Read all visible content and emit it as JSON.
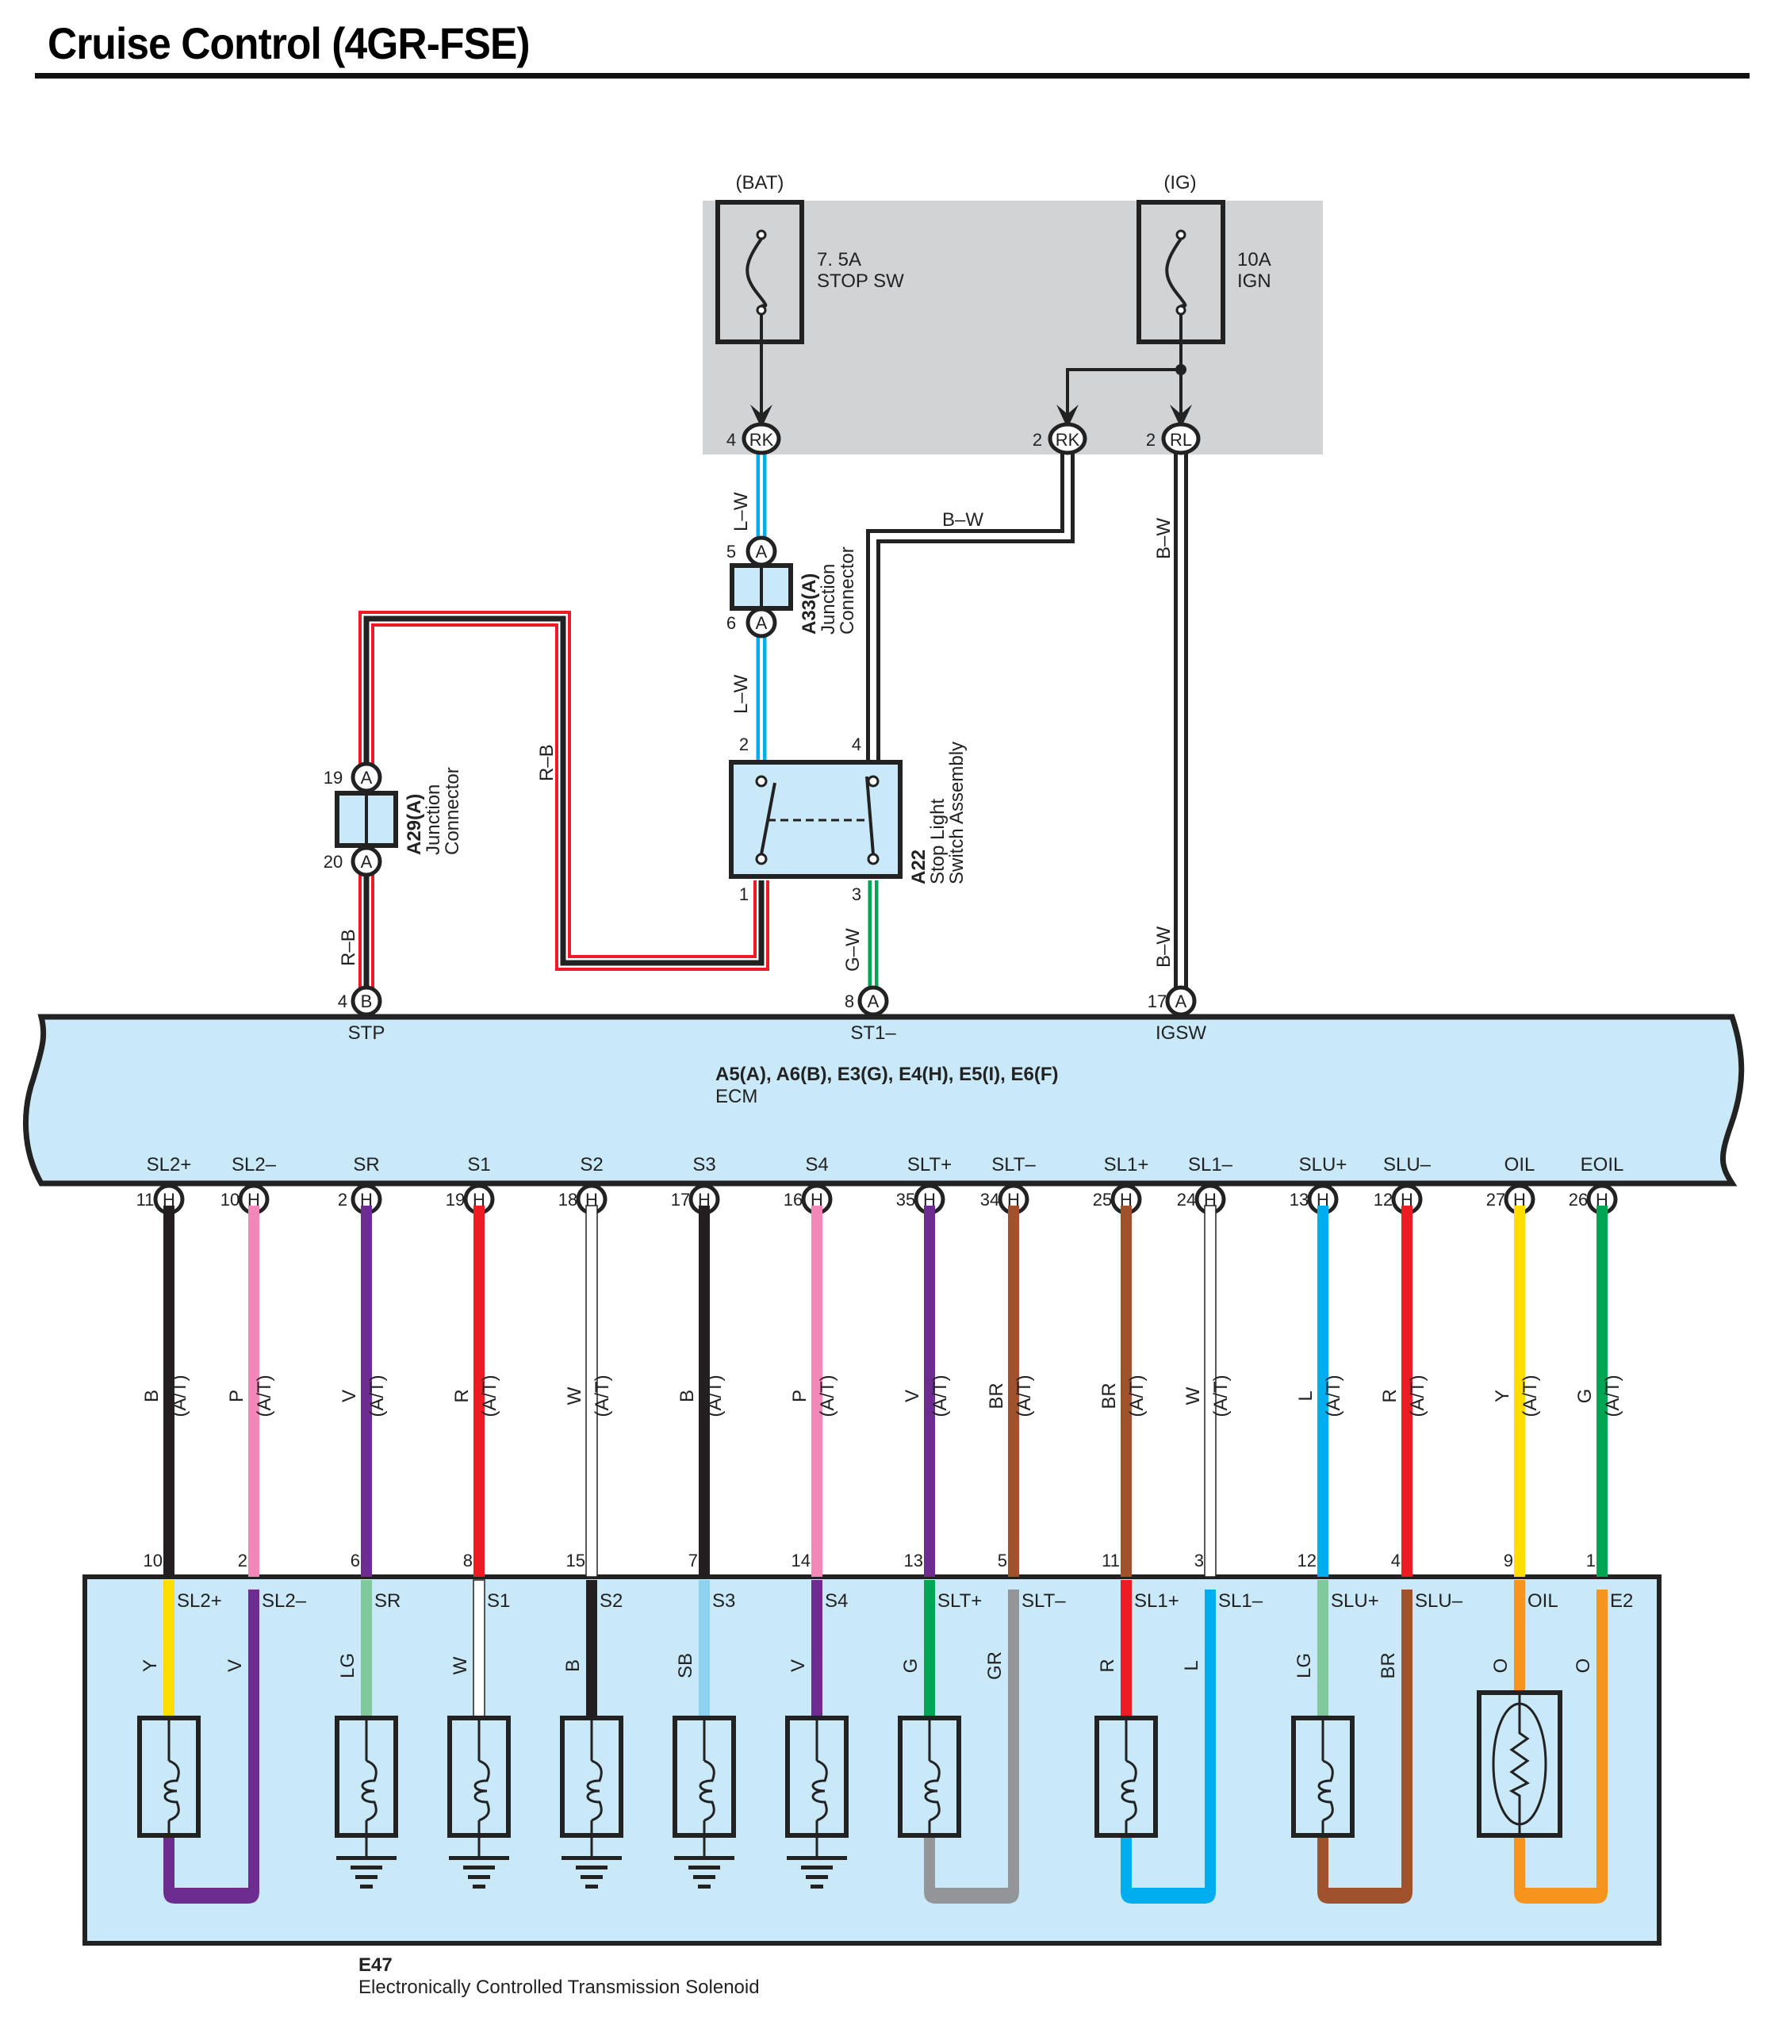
{
  "title": "Cruise Control (4GR-FSE)",
  "colors": {
    "B": "#231f20",
    "W": "#ffffff",
    "R": "#ed1c24",
    "P": "#f288b8",
    "V": "#6d2c8f",
    "BR": "#a0522d",
    "L": "#00adef",
    "Y": "#ffdd00",
    "G": "#00a651",
    "LG": "#80c99c",
    "SB": "#8dd3f0",
    "GR": "#939598",
    "O": "#f7941d",
    "component_fill": "#c9e8f8",
    "fuse_box_fill": "#d1d3d4"
  },
  "fuse_box": {
    "fuses": [
      {
        "source": "(BAT)",
        "rating": "7. 5A",
        "name": "STOP SW",
        "connector": {
          "pin": "4",
          "code": "RK"
        }
      },
      {
        "source": "(IG)",
        "rating": "10A",
        "name": "IGN",
        "connectors": [
          {
            "pin": "2",
            "code": "RK"
          },
          {
            "pin": "2",
            "code": "RL"
          }
        ]
      }
    ]
  },
  "junction_a33": {
    "id": "A33(A)",
    "name_line1": "Junction",
    "name_line2": "Connector",
    "pin_top": "5",
    "pin_bottom": "6",
    "code": "A"
  },
  "junction_a29": {
    "id": "A29(A)",
    "name_line1": "Junction",
    "name_line2": "Connector",
    "pin_top": "19",
    "pin_bottom": "20",
    "code": "A"
  },
  "stop_switch": {
    "id": "A22",
    "name_line1": "Stop Light",
    "name_line2": "Switch Assembly",
    "pins": [
      "2",
      "4",
      "1",
      "3"
    ]
  },
  "wire_labels": {
    "lw_upper": "L–W",
    "lw_lower": "L–W",
    "bw_horizontal": "B–W",
    "bw_upper": "B–W",
    "bw_lower": "B–W",
    "rb_loop": "R–B",
    "rb_left": "R–B",
    "gw": "G–W"
  },
  "ecm": {
    "id": "A5(A), A6(B), E3(G), E4(H), E5(I), E6(F)",
    "name": "ECM",
    "top_terminals": [
      {
        "name": "STP",
        "pin": "4",
        "code": "B"
      },
      {
        "name": "ST1–",
        "pin": "8",
        "code": "A"
      },
      {
        "name": "IGSW",
        "pin": "17",
        "code": "A"
      }
    ],
    "bottom_terminals": [
      {
        "name": "SL2+",
        "pin": "11",
        "code": "H",
        "wire": "B",
        "note": "(A/T)",
        "solenoid_pin": "10",
        "solenoid_terminal": "SL2+",
        "inner_wire": "Y"
      },
      {
        "name": "SL2–",
        "pin": "10",
        "code": "H",
        "wire": "P",
        "note": "(A/T)",
        "solenoid_pin": "2",
        "solenoid_terminal": "SL2–",
        "inner_wire": "V"
      },
      {
        "name": "SR",
        "pin": "2",
        "code": "H",
        "wire": "V",
        "note": "(A/T)",
        "solenoid_pin": "6",
        "solenoid_terminal": "SR",
        "inner_wire": "LG"
      },
      {
        "name": "S1",
        "pin": "19",
        "code": "H",
        "wire": "R",
        "note": "(A/T)",
        "solenoid_pin": "8",
        "solenoid_terminal": "S1",
        "inner_wire": "W"
      },
      {
        "name": "S2",
        "pin": "18",
        "code": "H",
        "wire": "W",
        "note": "(A/T)",
        "solenoid_pin": "15",
        "solenoid_terminal": "S2",
        "inner_wire": "B"
      },
      {
        "name": "S3",
        "pin": "17",
        "code": "H",
        "wire": "B",
        "note": "(A/T)",
        "solenoid_pin": "7",
        "solenoid_terminal": "S3",
        "inner_wire": "SB"
      },
      {
        "name": "S4",
        "pin": "16",
        "code": "H",
        "wire": "P",
        "note": "(A/T)",
        "solenoid_pin": "14",
        "solenoid_terminal": "S4",
        "inner_wire": "V"
      },
      {
        "name": "SLT+",
        "pin": "35",
        "code": "H",
        "wire": "V",
        "note": "(A/T)",
        "solenoid_pin": "13",
        "solenoid_terminal": "SLT+",
        "inner_wire": "G"
      },
      {
        "name": "SLT–",
        "pin": "34",
        "code": "H",
        "wire": "BR",
        "note": "(A/T)",
        "solenoid_pin": "5",
        "solenoid_terminal": "SLT–",
        "inner_wire": "GR"
      },
      {
        "name": "SL1+",
        "pin": "25",
        "code": "H",
        "wire": "BR",
        "note": "(A/T)",
        "solenoid_pin": "11",
        "solenoid_terminal": "SL1+",
        "inner_wire": "R"
      },
      {
        "name": "SL1–",
        "pin": "24",
        "code": "H",
        "wire": "W",
        "note": "(A/T)",
        "solenoid_pin": "3",
        "solenoid_terminal": "SL1–",
        "inner_wire": "L"
      },
      {
        "name": "SLU+",
        "pin": "13",
        "code": "H",
        "wire": "L",
        "note": "(A/T)",
        "solenoid_pin": "12",
        "solenoid_terminal": "SLU+",
        "inner_wire": "LG"
      },
      {
        "name": "SLU–",
        "pin": "12",
        "code": "H",
        "wire": "R",
        "note": "(A/T)",
        "solenoid_pin": "4",
        "solenoid_terminal": "SLU–",
        "inner_wire": "BR"
      },
      {
        "name": "OIL",
        "pin": "27",
        "code": "H",
        "wire": "Y",
        "note": "(A/T)",
        "solenoid_pin": "9",
        "solenoid_terminal": "OIL",
        "inner_wire": "O"
      },
      {
        "name": "EOIL",
        "pin": "26",
        "code": "H",
        "wire": "G",
        "note": "(A/T)",
        "solenoid_pin": "1",
        "solenoid_terminal": "E2",
        "inner_wire": "O"
      }
    ]
  },
  "solenoid_assembly": {
    "id": "E47",
    "name": "Electronically Controlled Transmission Solenoid",
    "elements": [
      {
        "type": "coil",
        "pair": [
          "SL2+",
          "SL2–"
        ]
      },
      {
        "type": "coil-ground",
        "terminal": "SR"
      },
      {
        "type": "coil-ground",
        "terminal": "S1"
      },
      {
        "type": "coil-ground",
        "terminal": "S2"
      },
      {
        "type": "coil-ground",
        "terminal": "S3"
      },
      {
        "type": "coil-ground",
        "terminal": "S4"
      },
      {
        "type": "coil",
        "pair": [
          "SLT+",
          "SLT–"
        ]
      },
      {
        "type": "coil",
        "pair": [
          "SL1+",
          "SL1–"
        ]
      },
      {
        "type": "coil",
        "pair": [
          "SLU+",
          "SLU–"
        ]
      },
      {
        "type": "thermistor",
        "pair": [
          "OIL",
          "E2"
        ]
      }
    ]
  }
}
